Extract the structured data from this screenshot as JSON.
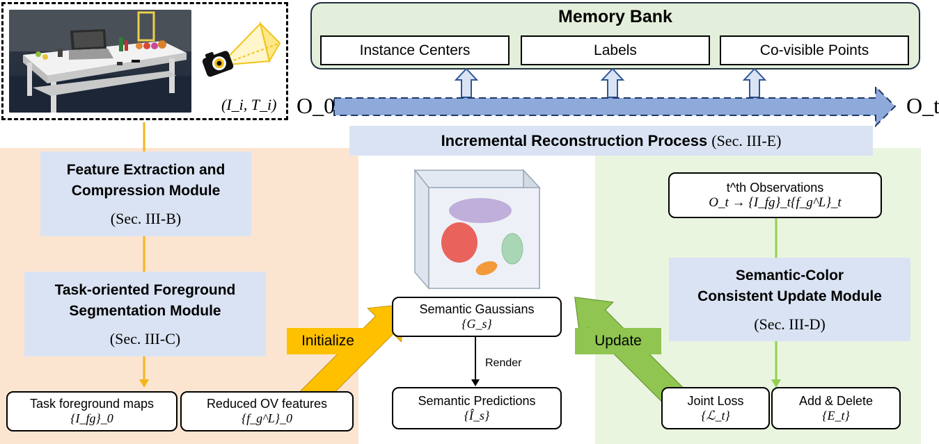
{
  "memory_bank": {
    "title": "Memory Bank",
    "items": [
      "Instance Centers",
      "Labels",
      "Co-visible Points"
    ]
  },
  "scene": {
    "pose_label": "(I_i, T_i)"
  },
  "timeline": {
    "start_label": "O_0",
    "end_label": "O_t"
  },
  "incremental": {
    "title": "Incremental Reconstruction Process",
    "ref": "(Sec. III-E)"
  },
  "left_modules": {
    "feature": {
      "line1": "Feature Extraction and",
      "line2": "Compression Module",
      "ref": "(Sec. III-B)"
    },
    "segmentation": {
      "line1": "Task-oriented Foreground",
      "line2": "Segmentation Module",
      "ref": "(Sec. III-C)"
    },
    "outputs": [
      {
        "label": "Task foreground maps",
        "math": "{I_fg}_0"
      },
      {
        "label": "Reduced OV features",
        "math": "{f_g^L}_0"
      }
    ],
    "initialize_label": "Initialize"
  },
  "center": {
    "gaussians": {
      "label": "Semantic Gaussians",
      "math": "{G_s}"
    },
    "render_label": "Render",
    "predictions": {
      "label": "Semantic Predictions",
      "math": "{Î_s}"
    }
  },
  "right_modules": {
    "observations": {
      "label": "t^th Observations",
      "math": "O_t → {I_fg}_t{f_g^L}_t"
    },
    "update_module": {
      "line1": "Semantic-Color",
      "line2": "Consistent Update Module",
      "ref": "(Sec. III-D)"
    },
    "outputs": [
      {
        "label": "Joint Loss",
        "math": "{ℒ_t}"
      },
      {
        "label": "Add & Delete",
        "math": "{E_t}"
      }
    ],
    "update_label": "Update"
  },
  "colors": {
    "left_panel": "#fbe5d1",
    "right_panel": "#eaf5df",
    "memory_bank": "#e3efda",
    "label_blue": "#dae3f3",
    "timeline_blue": "#8eaadb",
    "init_orange": "#ffc000",
    "update_green": "#8fc550",
    "connector_orange": "#f5b41a",
    "connector_green": "#92d050"
  }
}
